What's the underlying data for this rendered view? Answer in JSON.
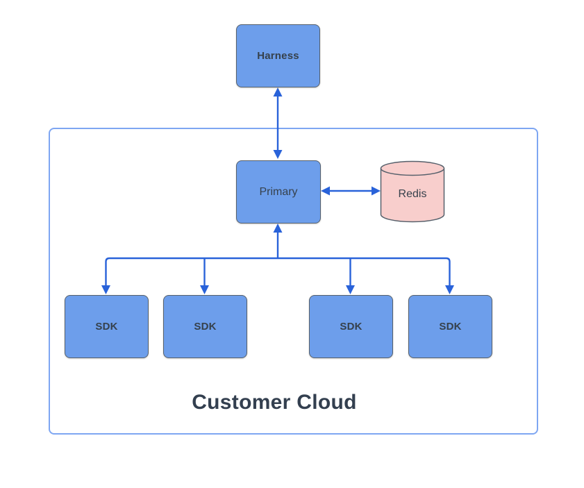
{
  "diagram": {
    "nodes": {
      "harness": {
        "label": "Harness"
      },
      "primary": {
        "label": "Primary"
      },
      "redis": {
        "label": "Redis"
      },
      "sdks": [
        {
          "label": "SDK"
        },
        {
          "label": "SDK"
        },
        {
          "label": "SDK"
        },
        {
          "label": "SDK"
        }
      ]
    },
    "container": {
      "label": "Customer Cloud"
    },
    "edges": [
      {
        "from": "Harness",
        "to": "Primary",
        "direction": "bidirectional"
      },
      {
        "from": "Primary",
        "to": "Redis",
        "direction": "bidirectional"
      },
      {
        "from": "SDK rail",
        "to": "Primary",
        "direction": "up"
      },
      {
        "from": "Primary rail",
        "to": "SDK",
        "direction": "down",
        "count": 4
      }
    ],
    "colors": {
      "node_fill": "#6D9EEB",
      "node_border": "#56606B",
      "node_text": "#36414C",
      "redis_fill": "#F8CECC",
      "arrow": "#2962D9",
      "container_border": "#7EA6F2",
      "title_text": "#333F4F",
      "background": "#FFFFFF"
    }
  }
}
